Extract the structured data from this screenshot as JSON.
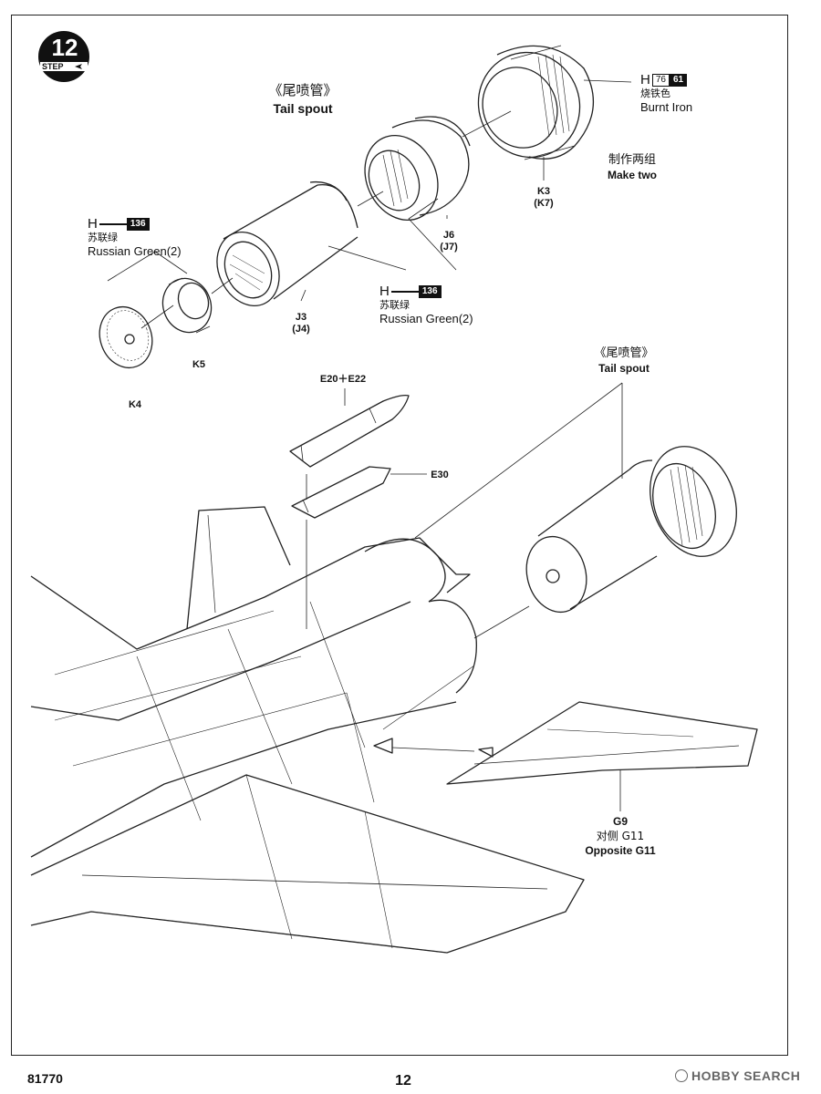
{
  "step": {
    "number": "12",
    "label": "STEP"
  },
  "tail_spout_1": {
    "cn": "《尾喷管》",
    "en": "Tail spout"
  },
  "tail_spout_2": {
    "cn": "《尾喷管》",
    "en": "Tail spout"
  },
  "paint_h_burnt": {
    "letter": "H",
    "code_a": "76",
    "code_b": "61",
    "cn": "烧铁色",
    "en": "Burnt Iron"
  },
  "paint_h_green_1": {
    "letter": "H",
    "code": "136",
    "cn": "苏联绿",
    "en": "Russian Green(2)"
  },
  "paint_h_green_2": {
    "letter": "H",
    "code": "136",
    "cn": "苏联绿",
    "en": "Russian Green(2)"
  },
  "make_two": {
    "cn": "制作两组",
    "en": "Make two"
  },
  "parts": {
    "k3": "K3",
    "k3_alt": "(K7)",
    "j6": "J6",
    "j6_alt": "(J7)",
    "j3": "J3",
    "j3_alt": "(J4)",
    "k5": "K5",
    "k4": "K4",
    "e20": "E20＋E22",
    "e30": "E30",
    "g9": "G9",
    "g11_cn": "对侧 G11",
    "g11_en": "Opposite G11"
  },
  "footer": {
    "code": "81770",
    "page": "12",
    "watermark": "HOBBY SEARCH"
  }
}
